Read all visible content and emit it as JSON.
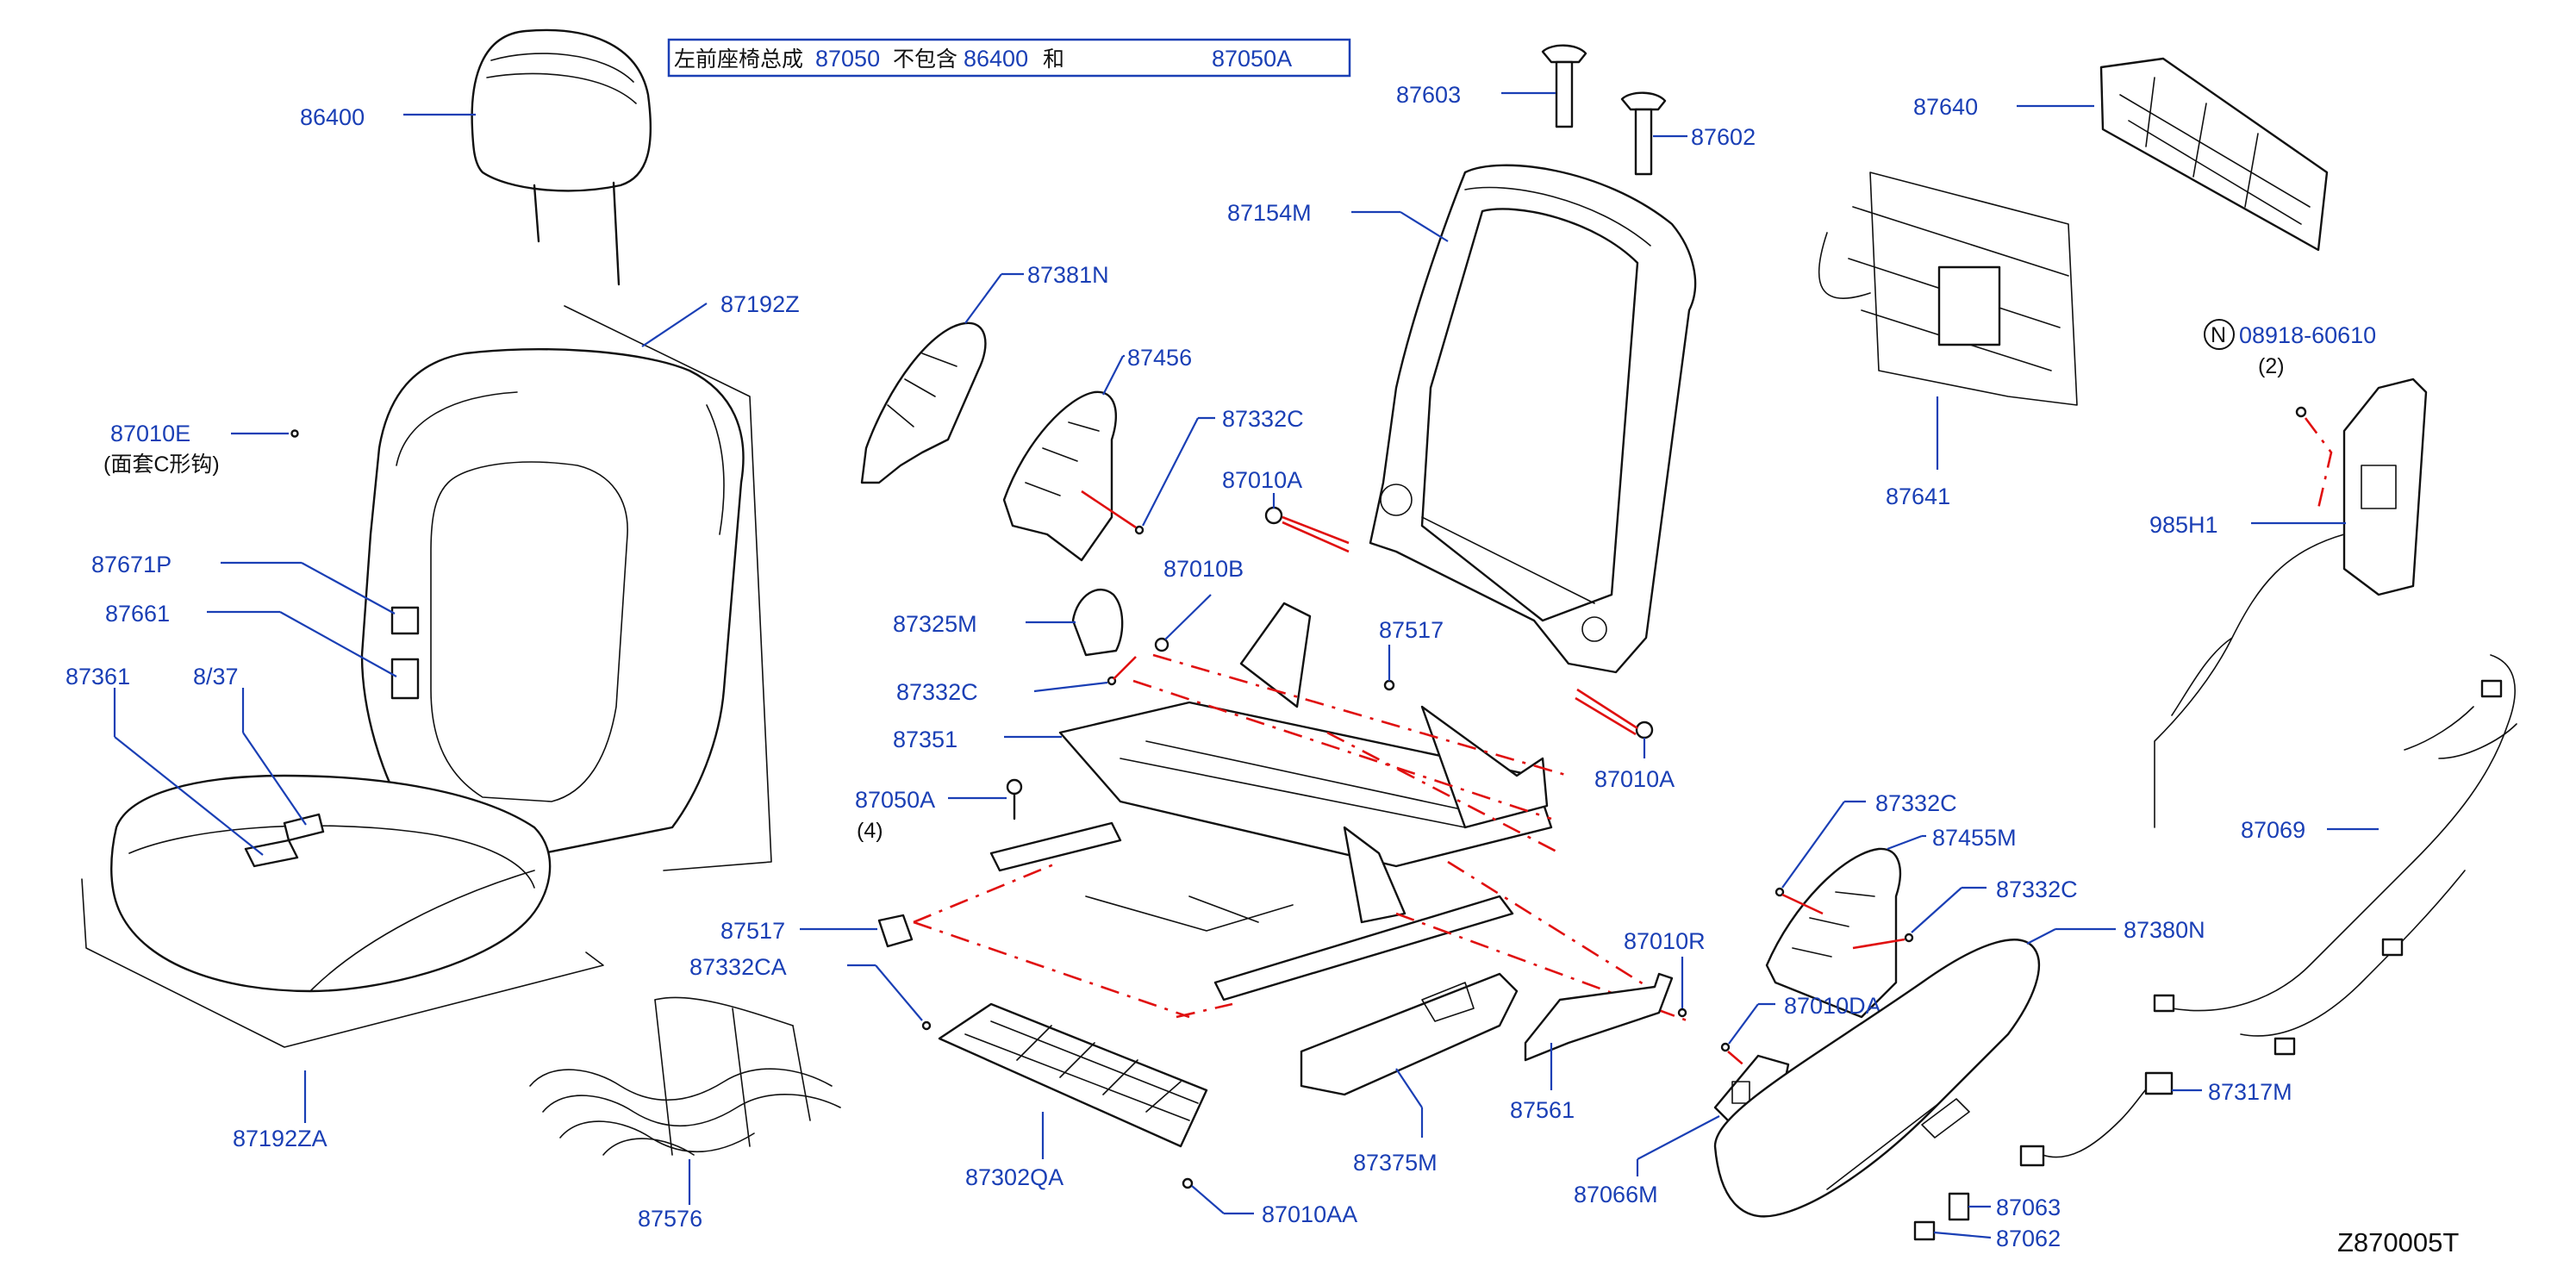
{
  "note": {
    "prefix": "左前座椅总成",
    "part_a": "87050",
    "middle": "不包含",
    "part_b": "86400",
    "suffix": "和",
    "part_c": "87050A"
  },
  "diagram_code": "Z870005T",
  "labels": {
    "l86400": "86400",
    "l87192Z": "87192Z",
    "l87010E": "87010E",
    "l87010E_note": "(面套C形钩)",
    "l87671P": "87671P",
    "l87661": "87661",
    "l87361": "87361",
    "l87337": "8/37",
    "l87192ZA": "87192ZA",
    "l87381N": "87381N",
    "l87456": "87456",
    "l87332C_a": "87332C",
    "l87010A_a": "87010A",
    "l87010B": "87010B",
    "l87325M": "87325M",
    "l87332C_b": "87332C",
    "l87351": "87351",
    "l87517_a": "87517",
    "l87050A": "87050A",
    "l87050A_qty": "(4)",
    "l87517_b": "87517",
    "l87332CA": "87332CA",
    "l87576": "87576",
    "l87302QA": "87302QA",
    "l87010AA": "87010AA",
    "l87375M": "87375M",
    "l87561": "87561",
    "l87603": "87603",
    "l87602": "87602",
    "l87154M": "87154M",
    "l87010A_b": "87010A",
    "l87640": "87640",
    "l87641": "87641",
    "l08918": "08918-60610",
    "l08918_qty": "(2)",
    "l08918_n": "N",
    "l985H1": "985H1",
    "l87332C_c": "87332C",
    "l87455M": "87455M",
    "l87332C_d": "87332C",
    "l87010R": "87010R",
    "l87010DA": "87010DA",
    "l87380N": "87380N",
    "l87066M": "87066M",
    "l87069": "87069",
    "l87317M": "87317M",
    "l87063": "87063",
    "l87062": "87062"
  },
  "colors": {
    "label": "#1a3fb5",
    "part_line": "#111111",
    "assembly_line": "#e01010"
  }
}
